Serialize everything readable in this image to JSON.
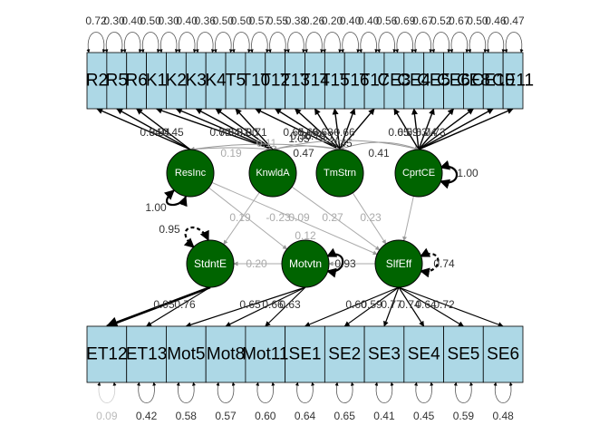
{
  "diagram": {
    "top_indicators": [
      "R2",
      "R5",
      "R6",
      "K1",
      "K2",
      "K3",
      "K4",
      "T5",
      "T10",
      "T12",
      "T13",
      "T14",
      "T15",
      "T16",
      "T17",
      "CE3",
      "CE4",
      "CE5",
      "CE6",
      "CE8",
      "CE10",
      "CE11"
    ],
    "top_variances": [
      "0.72",
      "0.30",
      "0.40",
      "0.50",
      "0.30",
      "0.40",
      "0.36",
      "0.50",
      "0.50",
      "0.57",
      "0.55",
      "0.38",
      "0.26",
      "0.20",
      "0.40",
      "0.40",
      "0.56",
      "0.69",
      "0.67",
      "0.52",
      "0.67",
      "0.50",
      "0.46",
      "0.47"
    ],
    "bottom_indicators": [
      "ET12",
      "ET13",
      "Mot5",
      "Mot8",
      "Mot11",
      "SE1",
      "SE2",
      "SE3",
      "SE4",
      "SE5",
      "SE6"
    ],
    "bottom_variances": [
      "0.09",
      "0.42",
      "0.58",
      "0.57",
      "0.60",
      "0.64",
      "0.65",
      "0.41",
      "0.45",
      "0.59",
      "0.48"
    ],
    "latents_upper": [
      {
        "id": "ResInc",
        "label": "ResInc"
      },
      {
        "id": "KnwldA",
        "label": "KnwldA"
      },
      {
        "id": "TmStrn",
        "label": "TmStrn"
      },
      {
        "id": "CprtCE",
        "label": "CprtCE"
      }
    ],
    "latents_lower": [
      {
        "id": "StdntE",
        "label": "StdntE"
      },
      {
        "id": "Motvtn",
        "label": "Motvtn"
      },
      {
        "id": "SlfEff",
        "label": "SlfEff"
      }
    ],
    "latent_variances": {
      "ResInc": "1.00",
      "CprtCE": "1.00",
      "StdntE": "0.95",
      "Motvtn": "0.93",
      "SlfEff": "0.74"
    },
    "loading_labels_top": [
      "0.54",
      "0.84",
      "0.45",
      "0.70",
      "0.64",
      "0.87",
      "0.80",
      "0.71",
      "0.65",
      "0.56",
      "0.66",
      "0.79",
      "0.68",
      "0.77",
      "0.66",
      "0.65",
      "0.59",
      "0.63",
      "0.74",
      "0.73"
    ],
    "loading_labels_bottom": [
      "0.95",
      "0.76",
      "0.65",
      "0.66",
      "0.63",
      "0.60",
      "0.59",
      "0.77",
      "0.74",
      "0.64",
      "0.72"
    ],
    "covariance_labels": [
      "0.19",
      "0.11",
      "1.05",
      "0.47",
      "0.45",
      "0.41"
    ],
    "path_labels": [
      "0.19",
      "-0.23",
      "0.09",
      "0.27",
      "0.23",
      "0.12",
      "0.20"
    ]
  }
}
